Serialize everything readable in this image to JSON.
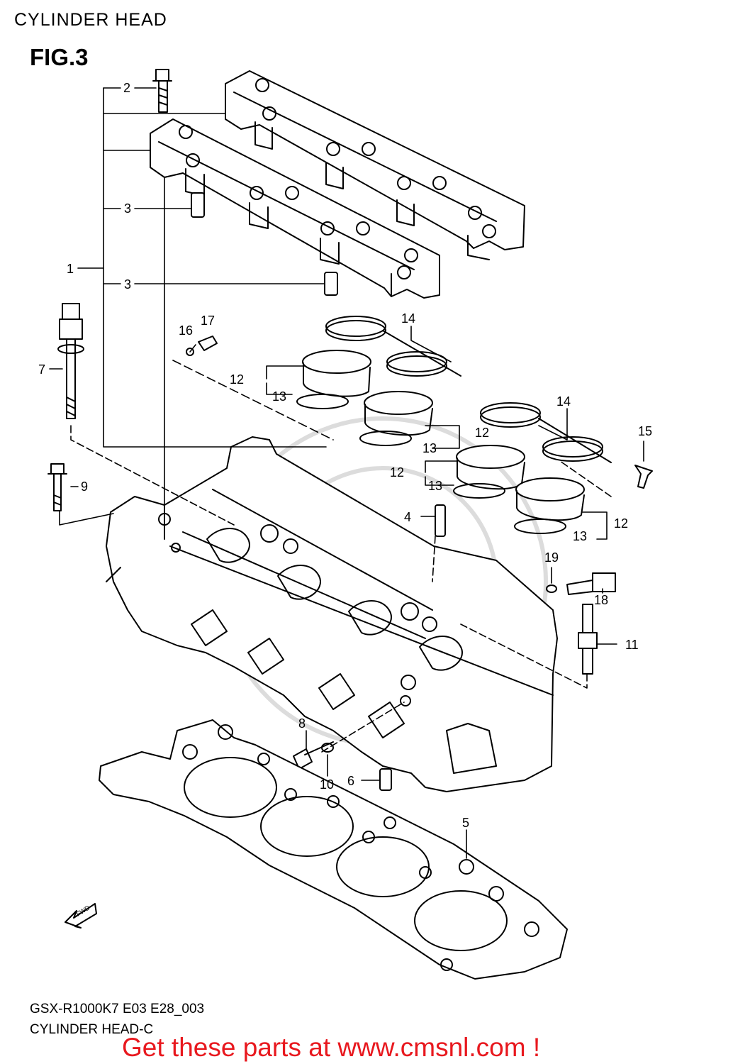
{
  "header": {
    "title": "CYLINDER HEAD"
  },
  "figure": {
    "label": "FIG.3"
  },
  "callouts": {
    "c1": "1",
    "c2": "2",
    "c3a": "3",
    "c3b": "3",
    "c4": "4",
    "c5": "5",
    "c6": "6",
    "c7": "7",
    "c8": "8",
    "c9": "9",
    "c10": "10",
    "c11": "11",
    "c12a": "12",
    "c12b": "12",
    "c12c": "12",
    "c12d": "12",
    "c13a": "13",
    "c13b": "13",
    "c13c": "13",
    "c13d": "13",
    "c14a": "14",
    "c14b": "14",
    "c15": "15",
    "c16": "16",
    "c17": "17",
    "c18": "18",
    "c19": "19"
  },
  "fwd_label": "FWD",
  "footer": {
    "model_code": "GSX-R1000K7 E03 E28_003",
    "diagram_name": "CYLINDER HEAD-C",
    "promo": "Get these parts at www.cmsnl.com !"
  },
  "colors": {
    "promo": "#e8181e",
    "line": "#000000",
    "watermark": "#d8d8d8"
  }
}
